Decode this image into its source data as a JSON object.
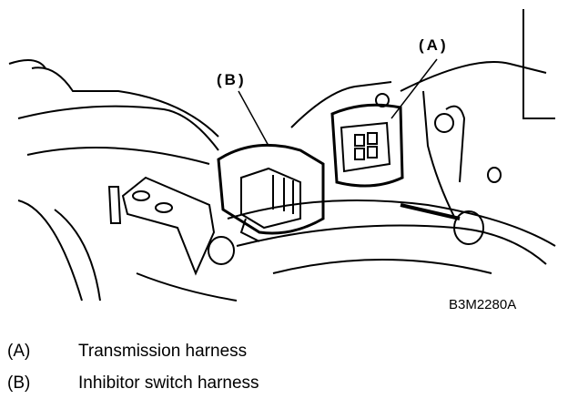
{
  "callouts": {
    "a": "(A)",
    "b": "(B)"
  },
  "figure_code": "B3M2280A",
  "legend": [
    {
      "key": "(A)",
      "label": "Transmission harness"
    },
    {
      "key": "(B)",
      "label": "Inhibitor switch harness"
    }
  ]
}
